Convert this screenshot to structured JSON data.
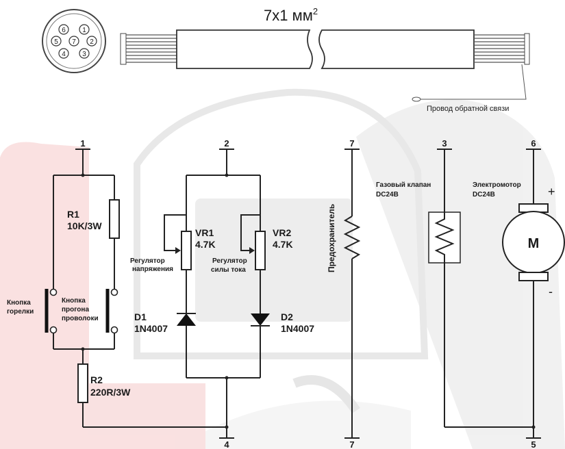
{
  "cable": {
    "label": "7х1 мм",
    "label_sup": "2",
    "feedback_wire": "Провод обратной связи",
    "connector_pins": [
      "6",
      "1",
      "5",
      "7",
      "2",
      "4",
      "3"
    ]
  },
  "terminals": {
    "t1": "1",
    "t2": "2",
    "t7_top": "7",
    "t3": "3",
    "t6": "6",
    "t4": "4",
    "t7_bottom": "7",
    "t5": "5"
  },
  "components": {
    "r1_name": "R1",
    "r1_value": "10K/3W",
    "r2_name": "R2",
    "r2_value": "220R/3W",
    "vr1_name": "VR1",
    "vr1_value": "4.7K",
    "vr1_desc_1": "Регулятор",
    "vr1_desc_2": "напряжения",
    "vr2_name": "VR2",
    "vr2_value": "4.7K",
    "vr2_desc_1": "Регулятор",
    "vr2_desc_2": "силы тока",
    "d1_name": "D1",
    "d1_value": "1N4007",
    "d2_name": "D2",
    "d2_value": "1N4007",
    "torch_btn_1": "Кнопка",
    "torch_btn_2": "горелки",
    "wire_btn_1": "Кнопка",
    "wire_btn_2": "прогона",
    "wire_btn_3": "проволоки",
    "fuse": "Предохранитель",
    "valve_1": "Газовый клапан",
    "valve_2": "DC24B",
    "motor_1": "Электромотор",
    "motor_2": "DC24B",
    "motor_symbol": "M",
    "plus": "+",
    "minus": "-"
  },
  "colors": {
    "watermark_red": "#f7d6d6",
    "watermark_gray": "#ececec",
    "line": "#222222"
  }
}
